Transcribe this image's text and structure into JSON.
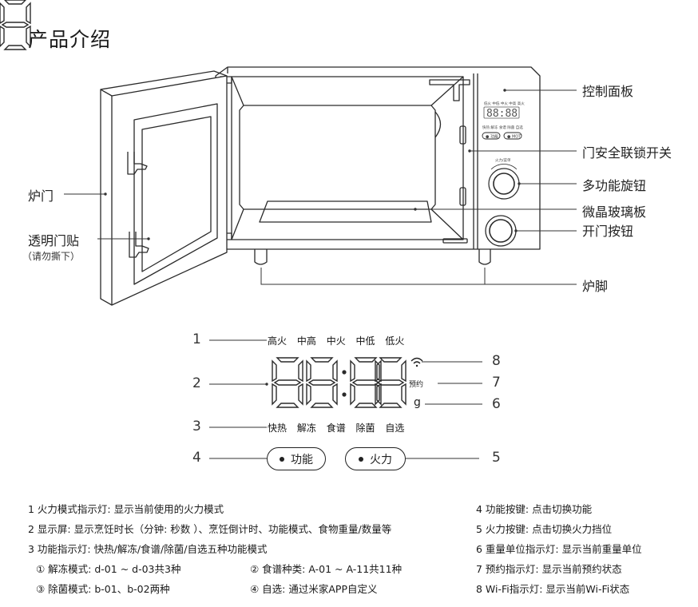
{
  "title": "产品介绍",
  "callouts": {
    "control_panel": "控制面板",
    "door_interlock": "门安全联锁开关",
    "knob": "多功能旋钮",
    "ceramic_plate": "微晶玻璃板",
    "open_button": "开门按钮",
    "feet": "炉脚",
    "door": "炉门",
    "film": "透明门贴",
    "film_note": "（请勿撕下）"
  },
  "panel_mini": {
    "top_labels": [
      "低火",
      "中低",
      "中火",
      "中高",
      "高火"
    ],
    "bottom_labels": [
      "快热",
      "解冻",
      "食谱",
      "除菌",
      "自选"
    ],
    "digits": "88:88",
    "btn_left": "功能",
    "btn_right": "MOTi",
    "knob_label": "火力/菜单"
  },
  "panel": {
    "fire_modes": [
      "高火",
      "中高",
      "中火",
      "中低",
      "低火"
    ],
    "digits": "88:88",
    "func_modes": [
      "快热",
      "解冻",
      "食谱",
      "除菌",
      "自选"
    ],
    "reserve": "预约",
    "weight_unit": "g",
    "btn_function": "功能",
    "btn_fire": "火力",
    "numbers": [
      "1",
      "2",
      "3",
      "4",
      "5",
      "6",
      "7",
      "8"
    ]
  },
  "descriptions": {
    "left": [
      "1 火力模式指示灯: 显示当前使用的火力模式",
      "2 显示屏: 显示烹饪时长（分钟: 秒数 ）、烹饪倒计时、功能模式、食物重量/数量等",
      "3 功能指示灯: 快热/解冻/食谱/除菌/自选五种功能模式"
    ],
    "sub": [
      "① 解冻模式: d-01 ~ d-03共3种",
      "② 食谱种类: A-01 ~ A-11共11种",
      "③ 除菌模式: b-01、b-02两种",
      "④ 自选: 通过米家APP自定义"
    ],
    "right": [
      "4 功能按键: 点击切换功能",
      "5 火力按键: 点击切换火力挡位",
      "6 重量单位指示灯: 显示当前重量单位",
      "7 预约指示灯: 显示当前预约状态",
      "8 Wi-Fi指示灯: 显示当前Wi-Fi状态"
    ]
  }
}
